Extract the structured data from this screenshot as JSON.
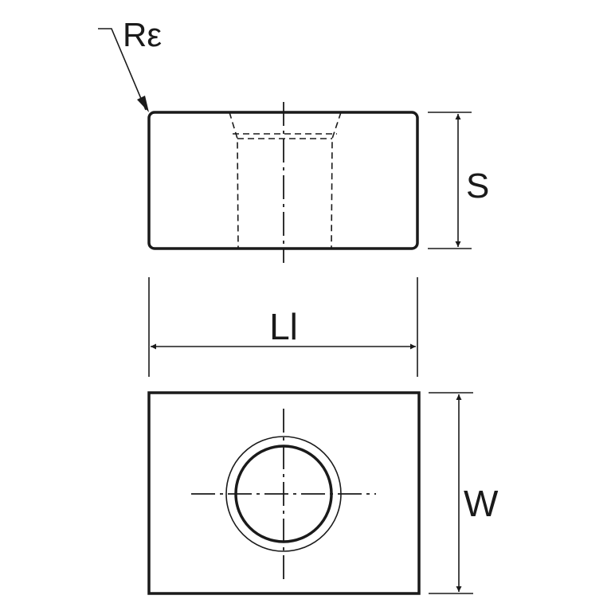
{
  "labels": {
    "corner_radius": "Rε",
    "thickness": "S",
    "length": "Ll",
    "width": "W"
  },
  "colors": {
    "line": "#1a1a1a",
    "background": "#ffffff"
  }
}
